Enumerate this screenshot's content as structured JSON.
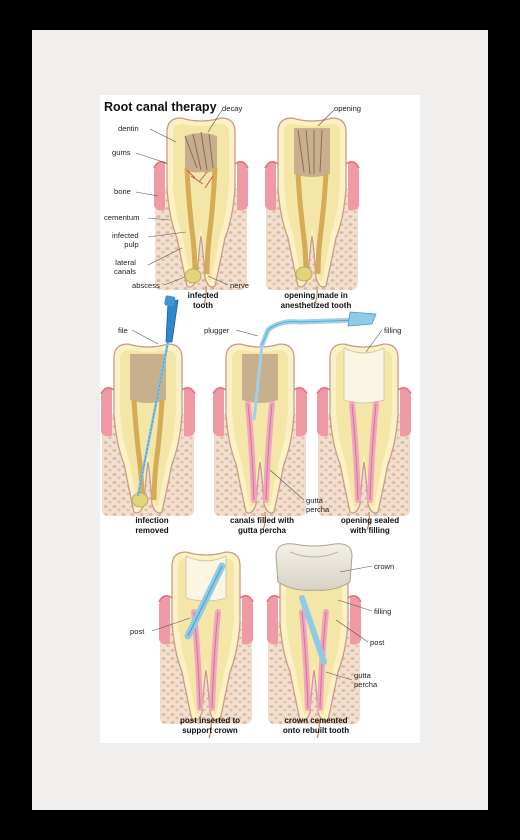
{
  "title": "Root canal therapy",
  "panels": [
    {
      "caption_1": "infected",
      "caption_2": "tooth"
    },
    {
      "caption_1": "opening made in",
      "caption_2": "anesthetized tooth"
    },
    {
      "caption_1": "infection",
      "caption_2": "removed"
    },
    {
      "caption_1": "canals filled with",
      "caption_2": "gutta percha"
    },
    {
      "caption_1": "opening sealed",
      "caption_2": "with filling"
    },
    {
      "caption_1": "post inserted to",
      "caption_2": "support crown"
    },
    {
      "caption_1": "crown cemented",
      "caption_2": "onto rebuilt tooth"
    }
  ],
  "labels": {
    "decay": "decay",
    "dentin": "dentin",
    "gums": "gums",
    "bone": "bone",
    "cementum": "cementum",
    "infected_pulp_1": "infected",
    "infected_pulp_2": "pulp",
    "lateral_canals_1": "lateral",
    "lateral_canals_2": "canals",
    "abscess": "abscess",
    "nerve": "nerve",
    "opening": "opening",
    "file": "file",
    "plugger": "plugger",
    "filling": "filling",
    "gutta_percha_1": "gutta",
    "gutta_percha_2": "percha",
    "post": "post",
    "crown": "crown",
    "filling_2": "filling",
    "post_2": "post",
    "gutta_percha_3": "gutta",
    "gutta_percha_4": "percha"
  }
}
